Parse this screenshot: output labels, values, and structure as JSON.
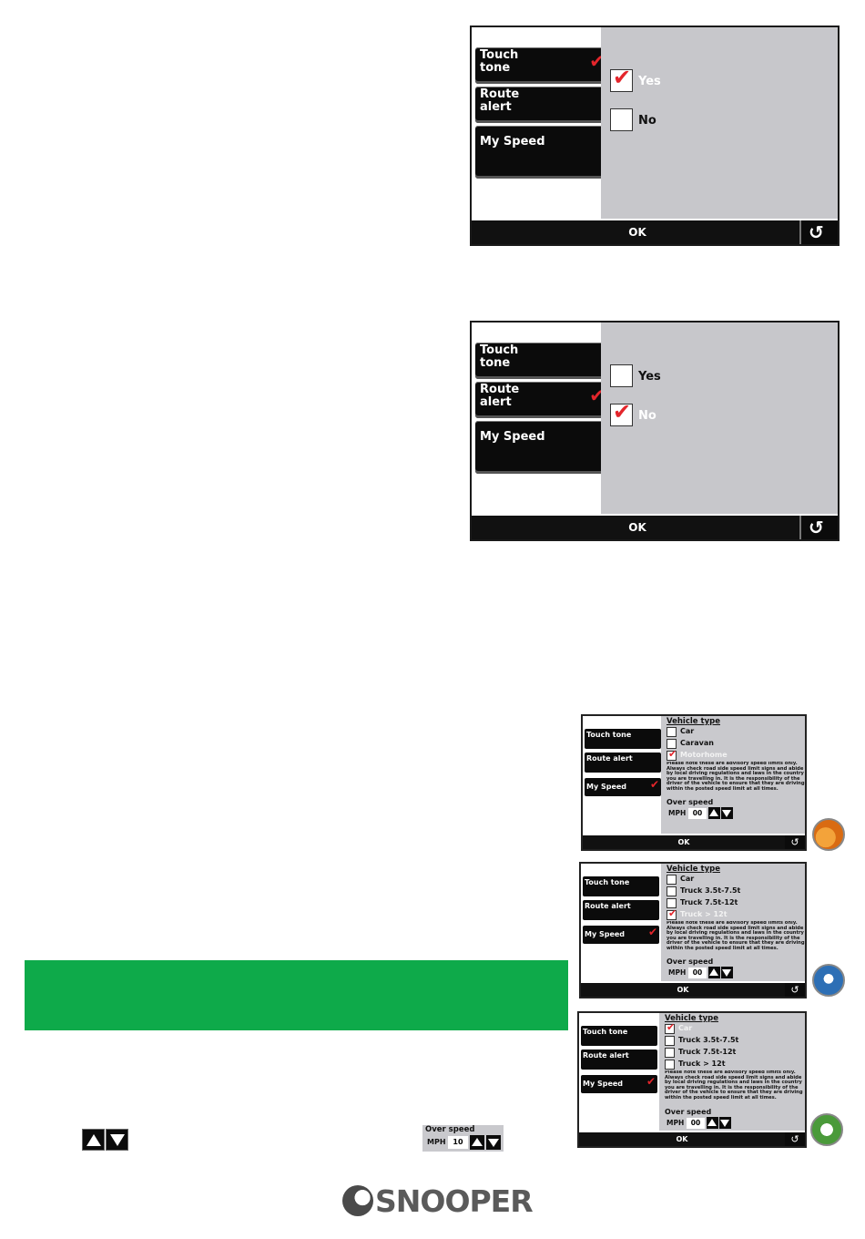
{
  "screens": [
    {
      "menu": [
        {
          "label_line1": "Touch",
          "label_line2": "tone",
          "checked": true
        },
        {
          "label_line1": "Route",
          "label_line2": "alert",
          "checked": false
        },
        {
          "label_line1": "My Speed",
          "label_line2": "",
          "checked": false
        }
      ],
      "options": [
        {
          "label": "Yes",
          "checked": true
        },
        {
          "label": "No",
          "checked": false
        }
      ],
      "ok_label": "OK",
      "back_icon": "back-arrow-icon"
    },
    {
      "menu": [
        {
          "label_line1": "Touch",
          "label_line2": "tone",
          "checked": false
        },
        {
          "label_line1": "Route",
          "label_line2": "alert",
          "checked": true
        },
        {
          "label_line1": "My Speed",
          "label_line2": "",
          "checked": false
        }
      ],
      "options": [
        {
          "label": "Yes",
          "checked": false
        },
        {
          "label": "No",
          "checked": true
        }
      ],
      "ok_label": "OK",
      "back_icon": "back-arrow-icon"
    }
  ],
  "small_screens": [
    {
      "menu": [
        "Touch tone",
        "Route alert",
        "My Speed"
      ],
      "vehicle_title": "Vehicle type",
      "vehicles": [
        {
          "label": "Car",
          "checked": false
        },
        {
          "label": "Caravan",
          "checked": false
        },
        {
          "label": "Motorhome",
          "checked": true
        }
      ],
      "note": "Please note these are advisory speed limits only. Always check road side speed limit signs and abide by local driving regulations and laws in the country you are travelling in. It is the responsibility of the driver of the vehicle to ensure that they are driving within the posted speed limit at all times.",
      "over_speed_label": "Over speed",
      "unit": "MPH",
      "value": "00",
      "ok_label": "OK",
      "badge_colors": [
        "#e07a1a",
        "#ffffff"
      ]
    },
    {
      "menu": [
        "Touch tone",
        "Route alert",
        "My Speed"
      ],
      "vehicle_title": "Vehicle type",
      "vehicles": [
        {
          "label": "Car",
          "checked": false
        },
        {
          "label": "Truck 3.5t-7.5t",
          "checked": false
        },
        {
          "label": "Truck 7.5t-12t",
          "checked": false
        },
        {
          "label": "Truck > 12t",
          "checked": true
        }
      ],
      "note": "Please note these are advisory speed limits only. Always check road side speed limit signs and abide by local driving regulations and laws in the country you are travelling in. It is the responsibility of the driver of the vehicle to ensure that they are driving within the posted speed limit at all times.",
      "over_speed_label": "Over speed",
      "unit": "MPH",
      "value": "00",
      "ok_label": "OK",
      "badge_colors": [
        "#2d6fb5",
        "#ffffff"
      ]
    },
    {
      "menu": [
        "Touch tone",
        "Route alert",
        "My Speed"
      ],
      "vehicle_title": "Vehicle type",
      "vehicles": [
        {
          "label": "Car",
          "checked": true
        },
        {
          "label": "Truck 3.5t-7.5t",
          "checked": false
        },
        {
          "label": "Truck 7.5t-12t",
          "checked": false
        },
        {
          "label": "Truck > 12t",
          "checked": false
        }
      ],
      "note": "Please note these are advisory speed limits only. Always check road side speed limit signs and abide by local driving regulations and laws in the country you are travelling in. It is the responsibility of the driver of the vehicle to ensure that they are driving within the posted speed limit at all times.",
      "over_speed_label": "Over speed",
      "unit": "MPH",
      "value": "00",
      "ok_label": "OK",
      "badge_colors": [
        "#4a9a3a",
        "#ffffff"
      ]
    }
  ],
  "overspeed_inline": {
    "label": "Over speed",
    "unit": "MPH",
    "value": "10"
  },
  "green_banner_color": "#0eaa4a",
  "accent_red": "#e3252b",
  "logo_text": "SNOOPER"
}
